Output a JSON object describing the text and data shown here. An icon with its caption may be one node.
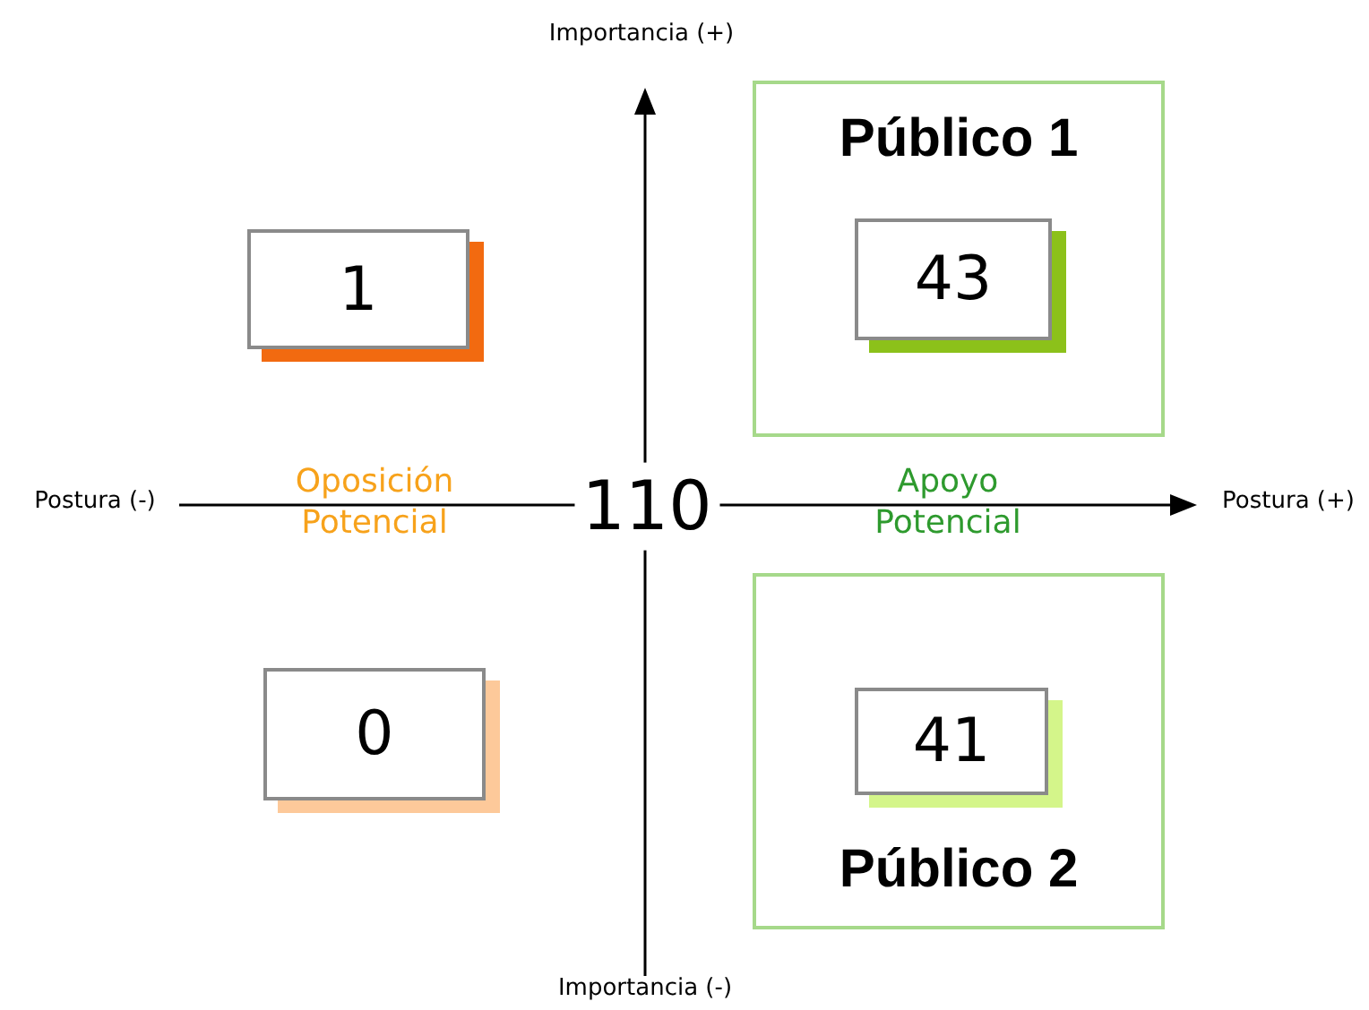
{
  "diagram": {
    "nodes": [
      {
        "text": [
          "Público 1"
        ]
      },
      {
        "text": [
          "43"
        ],
        "in": 0
      },
      {
        "text": [
          "1"
        ]
      },
      {
        "text": [
          "0"
        ]
      },
      {
        "text": [
          "Público 2"
        ]
      },
      {
        "text": [
          "41"
        ],
        "in": 4
      }
    ],
    "labels": [
      "Importancia (+)",
      "Postura (-)",
      "Oposición Potencial",
      "110",
      "Apoyo Potencial",
      "Postura (+)",
      "Importancia (-)"
    ]
  }
}
